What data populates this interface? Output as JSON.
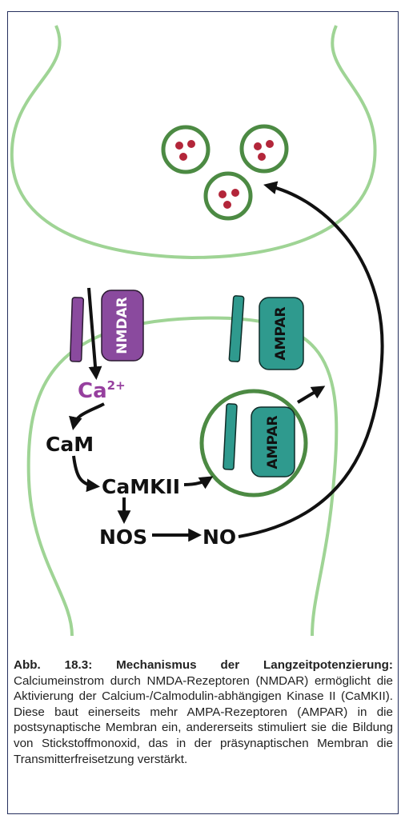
{
  "diagram": {
    "labels": {
      "nmdar": "NMDAR",
      "ampar_membrane": "AMPAR",
      "ampar_vesicle": "AMPAR",
      "ca_base": "Ca",
      "ca_charge": "2+",
      "cam": "CaM",
      "camkii": "CaMKII",
      "nos": "NOS",
      "no": "NO"
    },
    "colors": {
      "membrane": "#9fd495",
      "vesicle_ring": "#4c8a43",
      "transmitter": "#b3263a",
      "nmdar": "#8a4a9e",
      "ampar": "#2f9a8e",
      "ca_text": "#963f9e",
      "arrow": "#111111",
      "frame": "#26305e"
    }
  },
  "caption": {
    "title": "Abb. 18.3: Mechanismus der Langzeitpotenzierung:",
    "body": "Calciumeinstrom durch NMDA-Rezeptoren (NMDAR) ermöglicht die Aktivierung der Calcium-/Calmodulin-abhängigen Kinase II (CaMKII). Diese baut einerseits mehr AMPA-Rezeptoren (AMPAR) in die postsynaptische Membran ein, andererseits stimuliert sie die Bildung von Stickstoffmonoxid, das in der präsynaptischen Membran die Transmitterfreisetzung verstärkt."
  }
}
